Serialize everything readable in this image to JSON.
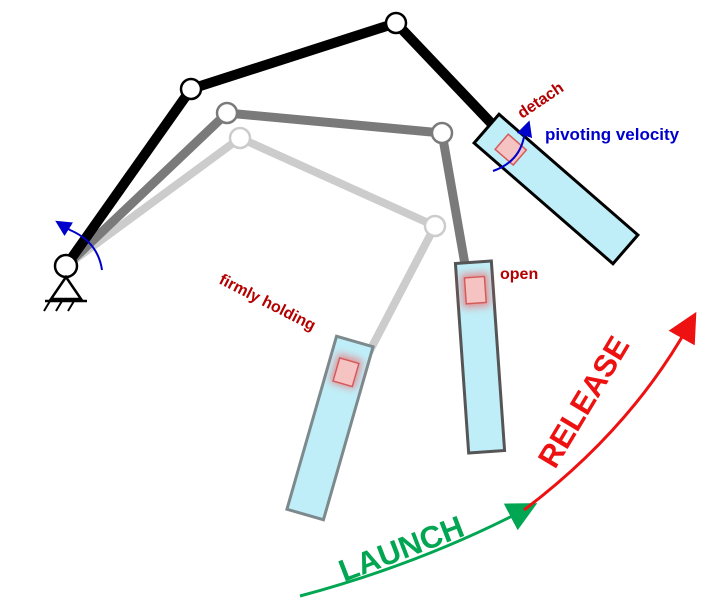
{
  "labels": {
    "detach": "detach",
    "pivoting_velocity": "pivoting velocity",
    "open": "open",
    "firmly_holding": "firmly holding",
    "launch": "LAUNCH",
    "release": "RELEASE"
  },
  "colors": {
    "pose_final": "#000000",
    "pose_middle": "#7a7a7a",
    "pose_initial": "#cccccc",
    "object_fill": "#bfeef8",
    "gripper_fill": "#f6c3c3",
    "gripper_stroke": "#d45b5b",
    "label_red": "#b30000",
    "velocity_blue": "#0000cc",
    "launch_green": "#00a651",
    "release_red": "#ee1111"
  }
}
